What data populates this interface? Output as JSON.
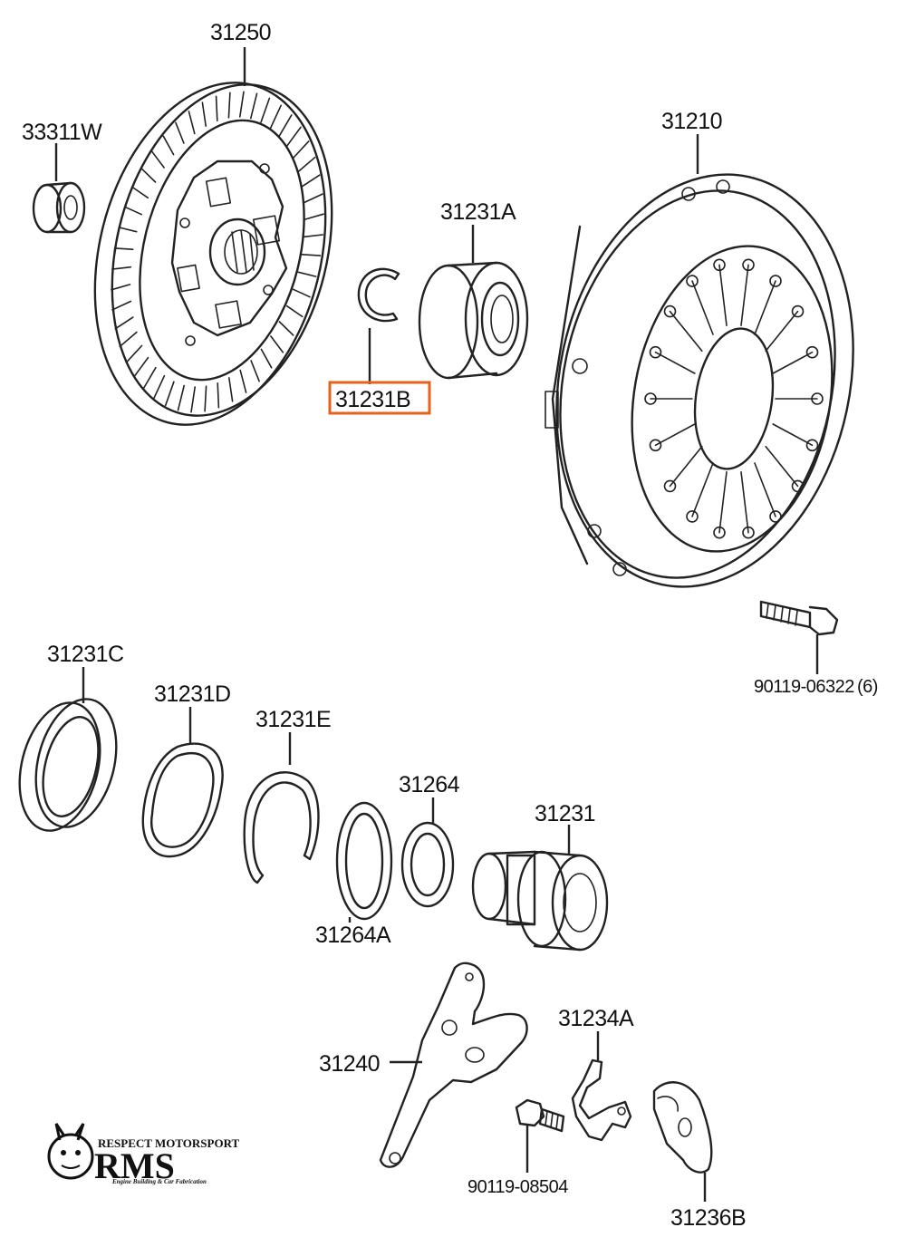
{
  "diagram": {
    "labels": {
      "p31250": "31250",
      "p33311W": "33311W",
      "p31231A": "31231A",
      "p31231B": "31231B",
      "p31210": "31210",
      "p90119_06322": "90119-06322",
      "p90119_06322_qty": "(6)",
      "p31231C": "31231C",
      "p31231D": "31231D",
      "p31231E": "31231E",
      "p31264": "31264",
      "p31231": "31231",
      "p31264A": "31264A",
      "p31234A": "31234A",
      "p31240": "31240",
      "p90119_08504": "90119-08504",
      "p31236B": "31236B"
    },
    "highlight": {
      "part": "31231B",
      "color": "#e8611c"
    }
  },
  "logo": {
    "top_text": "RESPECT MOTORSPORT",
    "main_text": "RMS",
    "tagline": "Engine Building & Car Fabrication"
  }
}
